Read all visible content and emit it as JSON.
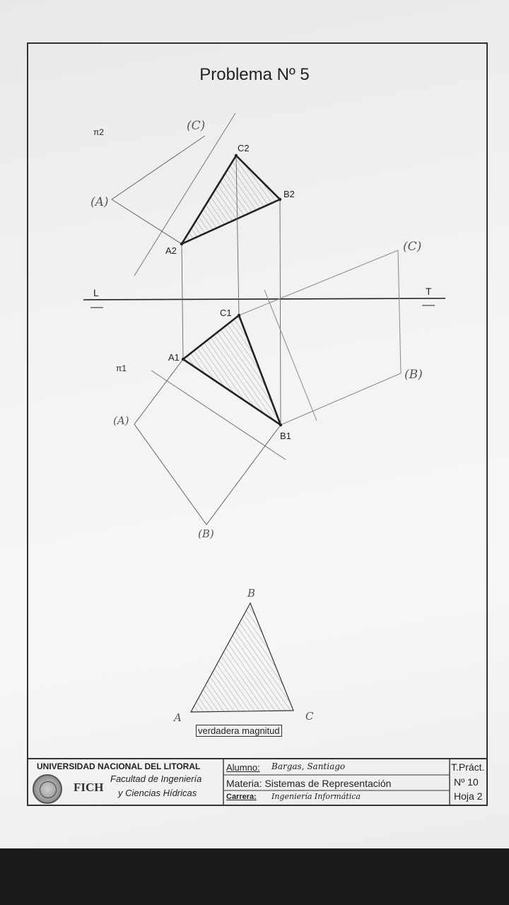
{
  "title": "Problema Nº 5",
  "planes": {
    "pi2": "π2",
    "pi1": "π1"
  },
  "ground_line": {
    "left": "L",
    "right": "T"
  },
  "points": {
    "A2": "A2",
    "B2": "B2",
    "C2": "C2",
    "A1": "A1",
    "B1": "B1",
    "C1": "C1"
  },
  "rebatted": {
    "upper_A": "(A)",
    "upper_C": "(C)",
    "lower_A": "(A)",
    "lower_B": "(B)",
    "right_C": "(C)",
    "right_B": "(B)"
  },
  "true_size": {
    "A": "A",
    "B": "B",
    "C": "C",
    "caption": "verdadera magnitud"
  },
  "title_block": {
    "university": "UNIVERSIDAD NACIONAL DEL LITORAL",
    "faculty_line1": "Facultad de Ingeniería",
    "faculty_line2": "y Ciencias Hídricas",
    "logo_text": "FICH",
    "student_label": "Alumno:",
    "student_value": "Bargas, Santiago",
    "subject": "Materia: Sistemas de Representación",
    "career_label": "Carrera:",
    "career_value": "Ingeniería Informática",
    "tp_label": "T.Práct.",
    "tp_number": "Nº 10",
    "sheet": "Hoja 2"
  }
}
